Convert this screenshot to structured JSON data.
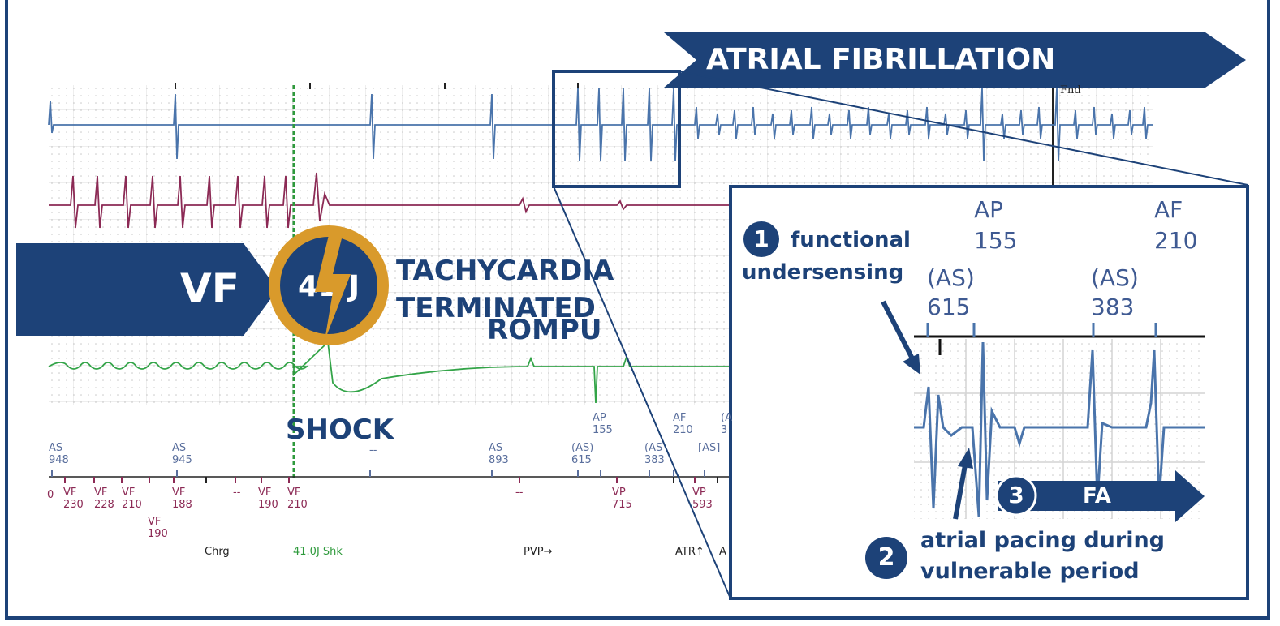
{
  "banner": {
    "atrial_fibrillation": "ATRIAL FIBRILLATION",
    "vf": "VF",
    "fa": "FA"
  },
  "shock": {
    "energy": "41 J",
    "terminated_line1": "TACHYCARDIA",
    "terminated_line2": "TERMINATED",
    "rompu": "ROMPU",
    "shock_label": "SHOCK"
  },
  "inset": {
    "step1_number": "1",
    "step1_line1": "functional",
    "step1_line2": "undersensing",
    "step2_number": "2",
    "step2_line1": "atrial pacing during",
    "step2_line2": "vulnerable period",
    "step3_number": "3",
    "ap": "AP",
    "ap_value": "155",
    "af": "AF",
    "af_value": "210",
    "as1": "(AS)",
    "as1_value": "615",
    "as2": "(AS)",
    "as2_value": "383"
  },
  "ecg_markers": {
    "top_row": [
      {
        "line1": "AS",
        "line2": "948"
      },
      {
        "line1": "AS",
        "line2": "945"
      },
      {
        "line1": "--",
        "line2": ""
      },
      {
        "line1": "AS",
        "line2": "893"
      },
      {
        "line1": "(AS)",
        "line2": "615"
      },
      {
        "line1": "AP",
        "line2": "155"
      },
      {
        "line1": "(AS",
        "line2": "383"
      },
      {
        "line1": "AF",
        "line2": "210"
      },
      {
        "line1": "[AS]",
        "line2": ""
      },
      {
        "line1": "(A",
        "line2": "3"
      }
    ],
    "bottom_row": [
      {
        "line1": "",
        "line2": "0"
      },
      {
        "line1": "VF",
        "line2": "230"
      },
      {
        "line1": "VF",
        "line2": "228"
      },
      {
        "line1": "VF",
        "line2": "210"
      },
      {
        "line1": "VF",
        "line2": "190"
      },
      {
        "line1": "VF",
        "line2": "188"
      },
      {
        "line1": "--",
        "line2": ""
      },
      {
        "line1": "VF",
        "line2": "190"
      },
      {
        "line1": "VF",
        "line2": "210"
      },
      {
        "line1": "--",
        "line2": ""
      },
      {
        "line1": "VP",
        "line2": "715"
      },
      {
        "line1": "VP",
        "line2": "593"
      }
    ],
    "annotations": {
      "chrg": "Chrg",
      "shk": "41.0J Shk",
      "pvp": "PVP→",
      "atr": "ATR↑",
      "a": "A"
    },
    "fnd": "Fnd"
  },
  "colors": {
    "navy": "#1d4278",
    "gold": "#d99a2b",
    "atrial": "#4a74ab",
    "ventricular": "#8c2a55",
    "shock_lead": "#33a448",
    "grid": "#d9d9d9"
  }
}
